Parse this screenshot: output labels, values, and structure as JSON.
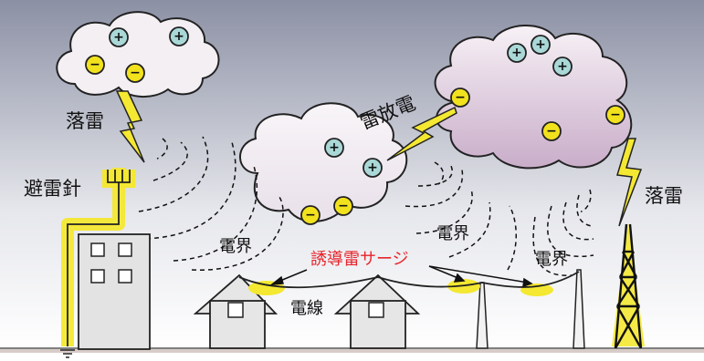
{
  "labels": {
    "lightning_strike_left": "落雷",
    "lightning_rod": "避雷針",
    "cloud_discharge": "雷放電",
    "lightning_strike_right": "落雷",
    "electric_field_1": "電界",
    "electric_field_2": "電界",
    "electric_field_3": "電界",
    "induced_surge": "誘導雷サージ",
    "power_line": "電線"
  },
  "charges": {
    "positive": "+",
    "negative": "−"
  },
  "colors": {
    "sky_top": "#8e93a6",
    "sky_bottom": "#ffffff",
    "cloud_left": "#f4f0f4",
    "cloud_right_top": "#f3eaf2",
    "cloud_right_bottom": "#cdb4cd",
    "positive_fill": "#a9d8d7",
    "negative_fill": "#f2e21e",
    "lightning": "#f4e832",
    "surge_label": "#e8242b",
    "building": "#e5e5e5",
    "ground": "#c8b9b5"
  }
}
